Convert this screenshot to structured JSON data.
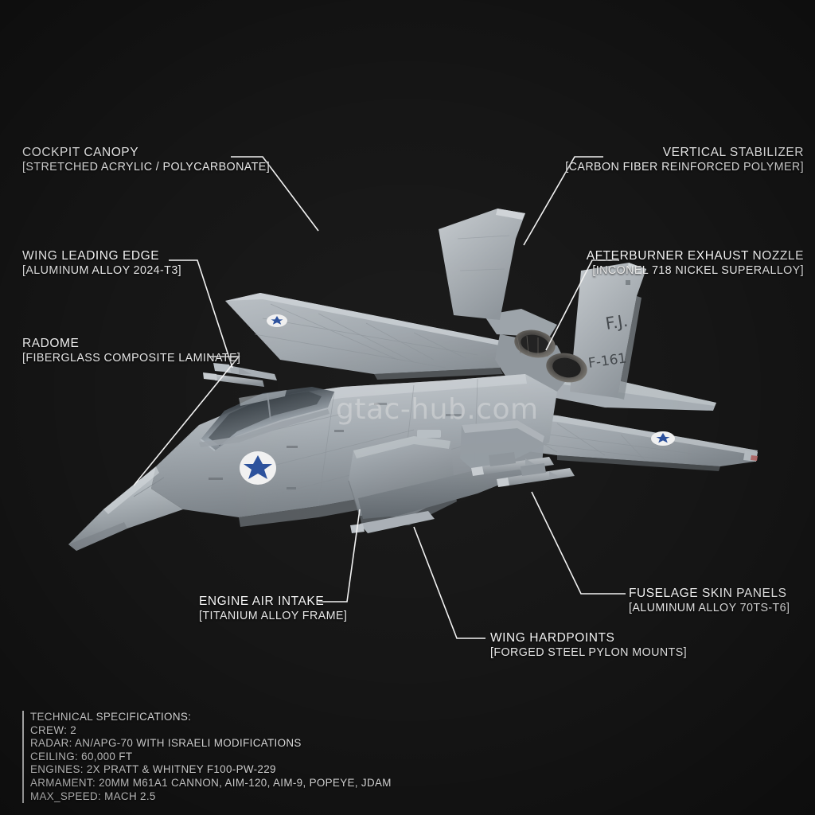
{
  "scene": {
    "background_color": "#151515",
    "subject": "israeli-air-force-f15-fighter-jet",
    "watermark": "gtac-hub.com"
  },
  "aircraft_markings": {
    "tail_code": "F.J.",
    "tail_serial": "F-161",
    "roundel": "star-of-david",
    "roundel_color": "#2a4f9b",
    "roundel_field_color": "#f2f2f2",
    "skin_color": "#9aa1a6"
  },
  "callouts": [
    {
      "id": "cockpit-canopy",
      "title": "COCKPIT CANOPY",
      "material": "[STRETCHED ACRYLIC / POLYCARBONATE]"
    },
    {
      "id": "wing-leading-edge",
      "title": "WING LEADING EDGE",
      "material": "[ALUMINUM ALLOY 2024-T3]"
    },
    {
      "id": "radome",
      "title": "RADOME",
      "material": "[FIBERGLASS COMPOSITE LAMINATE]"
    },
    {
      "id": "vertical-stabilizer",
      "title": "VERTICAL STABILIZER",
      "material": "[CARBON FIBER REINFORCED POLYMER]"
    },
    {
      "id": "afterburner-exhaust-nozzle",
      "title": "AFTERBURNER EXHAUST NOZZLE",
      "material": "[INCONEL 718 NICKEL SUPERALLOY]"
    },
    {
      "id": "fuselage-skin-panels",
      "title": "FUSELAGE SKIN PANELS",
      "material": "[ALUMINUM ALLOY 70TS-T6]"
    },
    {
      "id": "wing-hardpoints",
      "title": "WING HARDPOINTS",
      "material": "[FORGED STEEL PYLON MOUNTS]"
    },
    {
      "id": "engine-air-intake",
      "title": "ENGINE AIR INTAKE",
      "material": "[TITANIUM ALLOY FRAME]"
    }
  ],
  "specifications": {
    "heading": "TECHNICAL SPECIFICATIONS:",
    "lines": [
      "CREW: 2",
      "RADAR: AN/APG-70 WITH ISRAELI MODIFICATIONS",
      "CEILING: 60,000 FT",
      "ENGINES: 2X PRATT & WHITNEY F100-PW-229",
      "ARMAMENT: 20MM M61A1 CANNON, AIM-120, AIM-9, POPEYE, JDAM",
      "MAX_SPEED: MACH 2.5"
    ]
  }
}
